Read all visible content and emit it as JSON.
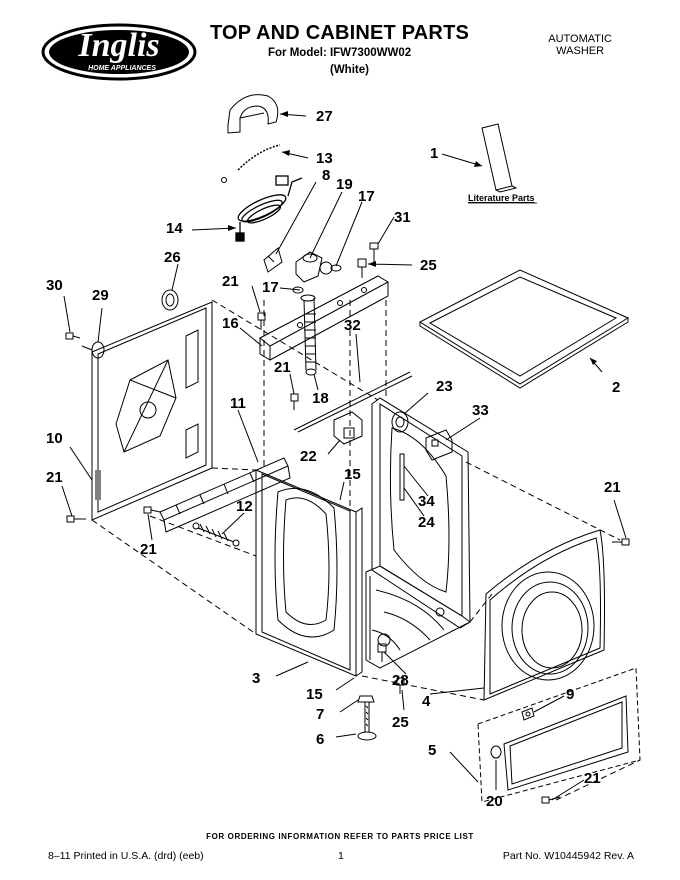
{
  "header": {
    "brand_main": "Inglis",
    "brand_sub": "HOME APPLIANCES",
    "title": "TOP AND CABINET PARTS",
    "model_line": "For Model: IFW7300WW02",
    "color_line": "(White)",
    "category_line1": "AUTOMATIC",
    "category_line2": "WASHER"
  },
  "diagram": {
    "literature_label": "Literature Parts",
    "callouts": {
      "c1": "1",
      "c2": "2",
      "c3": "3",
      "c4": "4",
      "c5": "5",
      "c6": "6",
      "c7": "7",
      "c8": "8",
      "c9": "9",
      "c10": "10",
      "c11": "11",
      "c12": "12",
      "c13": "13",
      "c14": "14",
      "c15a": "15",
      "c15b": "15",
      "c16": "16",
      "c17a": "17",
      "c17b": "17",
      "c18": "18",
      "c19": "19",
      "c20": "20",
      "c21a": "21",
      "c21b": "21",
      "c21c": "21",
      "c21d": "21",
      "c21e": "21",
      "c21f": "21",
      "c22": "22",
      "c23": "23",
      "c24": "24",
      "c25a": "25",
      "c25b": "25",
      "c26": "26",
      "c27": "27",
      "c28": "28",
      "c29": "29",
      "c30": "30",
      "c31": "31",
      "c32": "32",
      "c33": "33",
      "c34": "34"
    }
  },
  "footer": {
    "ordering_note": "FOR ORDERING INFORMATION REFER TO PARTS PRICE LIST",
    "printed": "8–11 Printed in U.S.A. (drd) (eeb)",
    "page": "1",
    "part_no": "Part No. W10445942 Rev. A"
  }
}
